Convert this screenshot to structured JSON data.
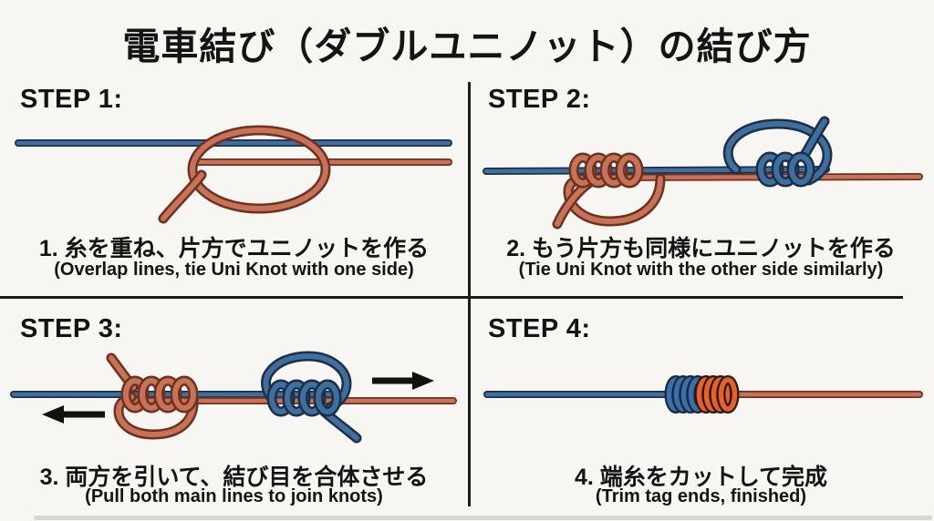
{
  "title": "電車結び（ダブルユニノット）の結び方",
  "steps": [
    {
      "heading": "STEP 1:",
      "caption_jp": "1. 糸を重ね、片方でユニノットを作る",
      "caption_en": "(Overlap lines, tie Uni Knot with one side)",
      "illustration": "overlapped-lines-first-uni-loop"
    },
    {
      "heading": "STEP 2:",
      "caption_jp": "2. もう片方も同様にユニノットを作る",
      "caption_en": "(Tie Uni Knot with the other side similarly)",
      "illustration": "both-uni-knots-tied"
    },
    {
      "heading": "STEP 3:",
      "caption_jp": "3. 両方を引いて、結び目を合体させる",
      "caption_en": "(Pull both main lines to join knots)",
      "illustration": "pull-main-lines-join-knots"
    },
    {
      "heading": "STEP 4:",
      "caption_jp": "4. 端糸をカットして完成",
      "caption_en": "(Trim tag ends, finished)",
      "illustration": "finished-barrel-knot"
    }
  ],
  "colors": {
    "background": "#f8f6f2",
    "text": "#141414",
    "divider": "#1b1b1b",
    "rope_blue": "#3f6f9f",
    "rope_blue_outline": "#1b3046",
    "rope_orange": "#c97257",
    "rope_orange_outline": "#6b3220",
    "barrel_blue": "#3a70aa",
    "barrel_orange": "#e5602f",
    "arrow": "#111111"
  }
}
